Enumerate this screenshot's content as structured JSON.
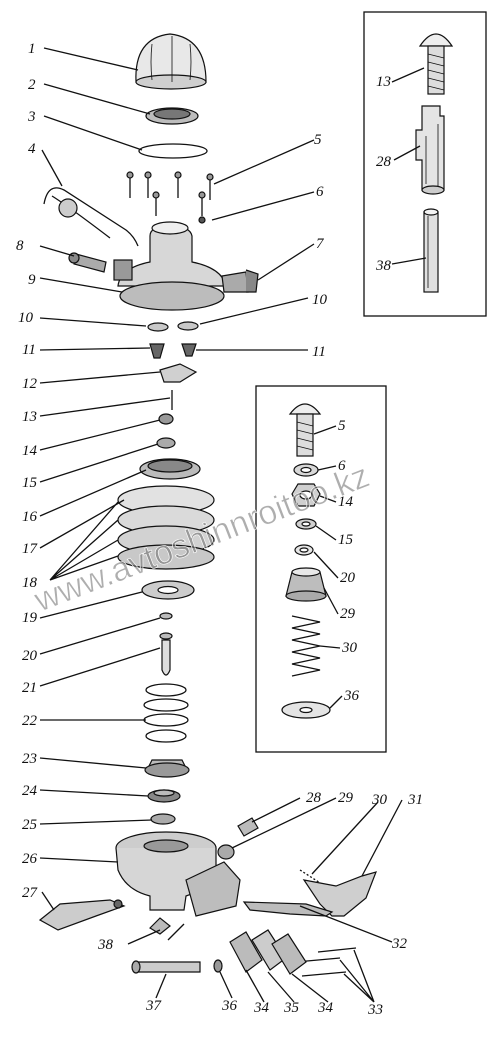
{
  "diagram": {
    "watermark": "www.avtoshinnroitoo.kz",
    "labels": {
      "l1": "1",
      "l2": "2",
      "l3": "3",
      "l4": "4",
      "l5": "5",
      "l6": "6",
      "l7": "7",
      "l8": "8",
      "l9": "9",
      "l10a": "10",
      "l10b": "10",
      "l11a": "11",
      "l11b": "11",
      "l12": "12",
      "l13": "13",
      "l14": "14",
      "l15": "15",
      "l16": "16",
      "l17": "17",
      "l18": "18",
      "l19": "19",
      "l20": "20",
      "l21": "21",
      "l22": "22",
      "l23": "23",
      "l24": "24",
      "l25": "25",
      "l26": "26",
      "l27": "27",
      "l28": "28",
      "l29": "29",
      "l30": "30",
      "l31": "31",
      "l32": "32",
      "l33": "33",
      "l34a": "34",
      "l34b": "34",
      "l35": "35",
      "l36": "36",
      "l37": "37",
      "l38": "38"
    },
    "inset_top": {
      "labels": {
        "l13": "13",
        "l28": "28",
        "l38": "38"
      }
    },
    "inset_mid": {
      "labels": {
        "l5": "5",
        "l6": "6",
        "l14": "14",
        "l15": "15",
        "l20": "20",
        "l29": "29",
        "l30": "30",
        "l36": "36"
      }
    }
  }
}
